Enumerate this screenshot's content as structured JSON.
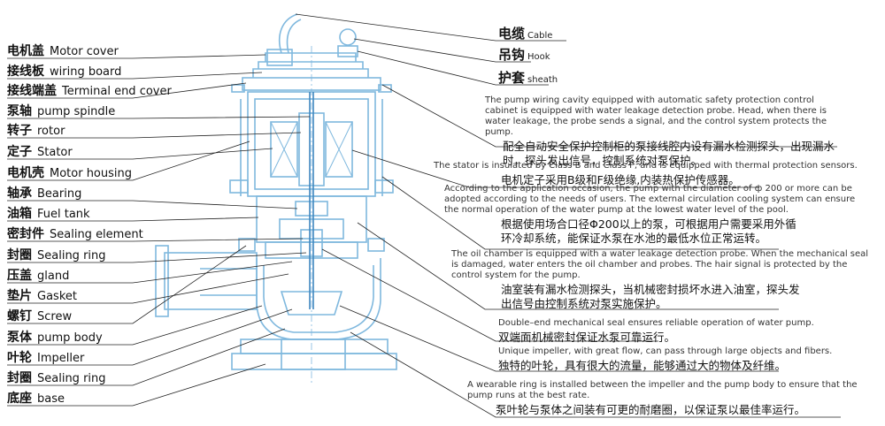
{
  "left_labels": [
    {
      "zh": "电机盖",
      "en": "Motor cover"
    },
    {
      "zh": "接线板",
      "en": "wiring board"
    },
    {
      "zh": "接线端盖",
      "en": "Terminal end cover"
    },
    {
      "zh": "泵轴",
      "en": "pump spindle"
    },
    {
      "zh": "转子",
      "en": "rotor"
    },
    {
      "zh": "定子",
      "en": "Stator"
    },
    {
      "zh": "电机壳",
      "en": "Motor housing"
    },
    {
      "zh": "轴承",
      "en": "Bearing"
    },
    {
      "zh": "油箱",
      "en": "Fuel tank"
    },
    {
      "zh": "密封件",
      "en": "Sealing element"
    },
    {
      "zh": "封圈",
      "en": "Sealing ring"
    },
    {
      "zh": "压盖",
      "en": "gland"
    },
    {
      "zh": "垫片",
      "en": "Gasket"
    },
    {
      "zh": "螺钉",
      "en": "Screw"
    },
    {
      "zh": "泵体",
      "en": "pump body"
    },
    {
      "zh": "叶轮",
      "en": "Impeller"
    },
    {
      "zh": "封圈",
      "en": "Sealing ring"
    },
    {
      "zh": "底座",
      "en": "base"
    }
  ],
  "right_labels": [
    {
      "zh": "电缆",
      "en": "Cable"
    },
    {
      "zh": "吊钩",
      "en": "Hook"
    },
    {
      "zh": "护套",
      "en": "sheath"
    }
  ],
  "notes": [
    {
      "en": "The pump wiring cavity equipped with automatic safety protection control cabinet is equipped with water leakage detection probe. Head, when there is water leakage, the probe sends a signal, and the control system protects the pump.",
      "zh": "配全自动安全保护控制柜的泵接线腔内设有漏水检测探头，出现漏水时，探头发出信号，控制系统对泵保护。"
    },
    {
      "en": "The stator is insulated by Class B and Class F, and is equipped with thermal protection sensors.",
      "zh": "电机定子采用B级和F级绝缘,内装热保护传感器。"
    },
    {
      "en": "According to the application occasion, the pump with the diameter of ф 200 or more can be adopted according to the needs of users. The external circulation cooling system can ensure the normal operation of the water pump at the lowest water level of the pool.",
      "zh": "根据使用场合口径Φ200以上的泵，可根据用户需要采用外循环冷却系统，能保证水泵在水池的最低水位正常运转。"
    },
    {
      "en": "The oil chamber is equipped with a water leakage detection probe. When the mechanical seal is damaged, water enters the oil chamber and probes. The hair signal is protected by the control system for the pump.",
      "zh": "油室装有漏水检测探头，当机械密封损坏水进入油室，探头发出信号由控制系统对泵实施保护。"
    },
    {
      "en": "Double–end mechanical seal ensures reliable operation of water pump.",
      "zh": "双端面机械密封保证水泵可靠运行。"
    },
    {
      "en": "Unique impeller, with great flow, can pass through large objects and fibers.",
      "zh": "独特的叶轮，具有很大的流量，能够通过大的物体及纤维。"
    },
    {
      "en": "A wearable ring is installed between the impeller and the pump body to ensure that the pump runs at the best rate.",
      "zh": "泵叶轮与泵体之间装有可更的耐磨圈，以保证泵以最佳率运行。"
    }
  ],
  "colors": {
    "drawing": "#7fb8de",
    "drawing_dark": "#3f87bf",
    "leader": "#222222",
    "text": "#111111"
  }
}
